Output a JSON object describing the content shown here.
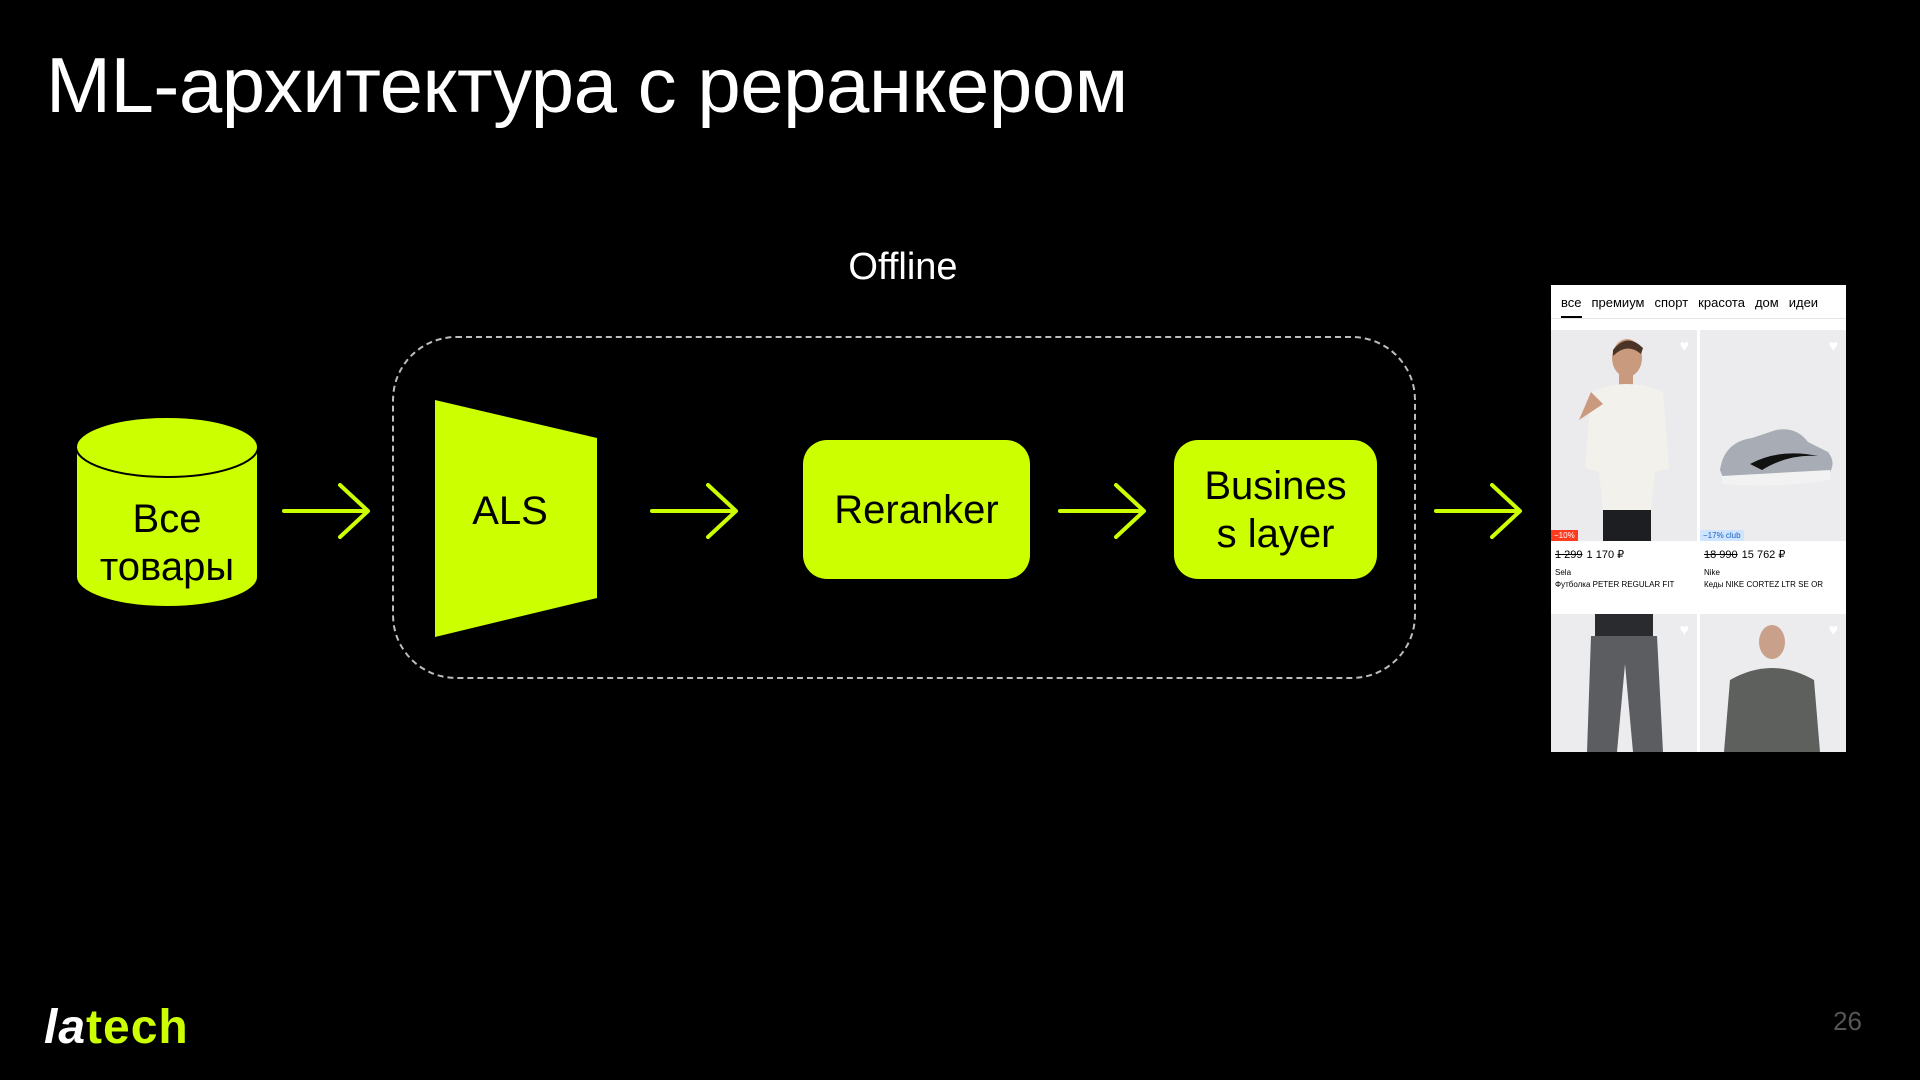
{
  "slide": {
    "title": "ML-архитектура с реранкером",
    "page_number": "26"
  },
  "diagram": {
    "group_label": "Offline",
    "nodes": {
      "source": "Все\nтовары",
      "als": "ALS",
      "reranker": "Reranker",
      "business": "Busines\ns layer"
    }
  },
  "preview": {
    "tabs": [
      "все",
      "премиум",
      "спорт",
      "красота",
      "дом",
      "идеи"
    ],
    "cards": [
      {
        "badge": "−10%",
        "old_price": "1 299",
        "price": "1 170 ₽",
        "brand": "Sela",
        "name": "Футболка PETER REGULAR FIT"
      },
      {
        "badge": "−17% club",
        "old_price": "18 990",
        "price": "15 762 ₽",
        "brand": "Nike",
        "name": "Кеды NIKE CORTEZ LTR SE OR"
      }
    ]
  },
  "logo": {
    "part1": "la",
    "part2": "tech"
  },
  "colors": {
    "accent": "#ccff00",
    "background": "#000000",
    "frame": "#bdbdbd"
  }
}
